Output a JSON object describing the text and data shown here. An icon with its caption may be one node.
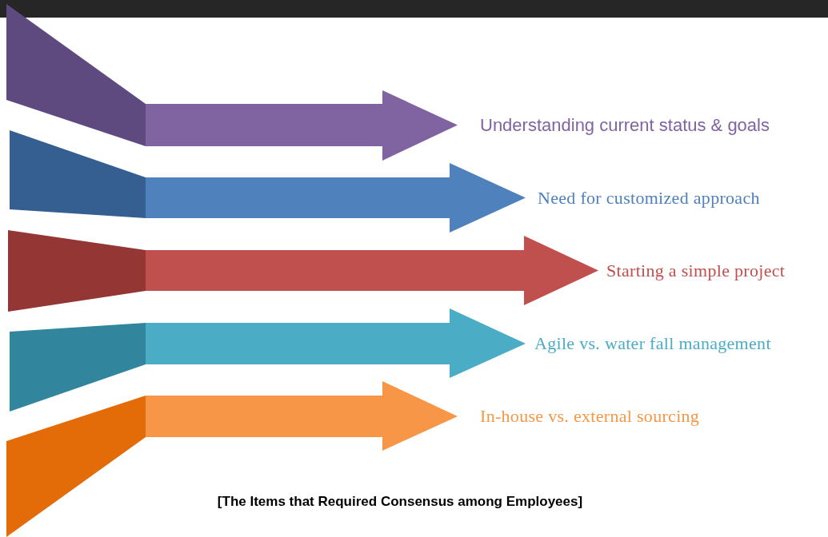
{
  "diagram": {
    "caption": "[The Items that Required Consensus among Employees]",
    "nodes": [
      {
        "text": [],
        "shape": "trapezoid"
      },
      {
        "text": [],
        "shape": "trapezoid"
      },
      {
        "text": [],
        "shape": "trapezoid"
      },
      {
        "text": [],
        "shape": "trapezoid"
      },
      {
        "text": [],
        "shape": "trapezoid"
      },
      {
        "text": [
          "Understanding current status & goals"
        ]
      },
      {
        "text": [
          "Need for customized approach"
        ]
      },
      {
        "text": [
          "Starting a simple project"
        ]
      },
      {
        "text": [
          "Agile vs. water fall management"
        ]
      },
      {
        "text": [
          "In-house vs. external sourcing"
        ]
      }
    ],
    "edges": [
      {
        "from": 0,
        "to": 5,
        "arrow": "to",
        "style": "thick",
        "color": "#8064a2"
      },
      {
        "from": 1,
        "to": 6,
        "arrow": "to",
        "style": "thick",
        "color": "#4f81bd"
      },
      {
        "from": 2,
        "to": 7,
        "arrow": "to",
        "style": "thick",
        "color": "#c0504d"
      },
      {
        "from": 3,
        "to": 8,
        "arrow": "to",
        "style": "thick",
        "color": "#4bacc6"
      },
      {
        "from": 4,
        "to": 9,
        "arrow": "to",
        "style": "thick",
        "color": "#f79646"
      }
    ]
  }
}
